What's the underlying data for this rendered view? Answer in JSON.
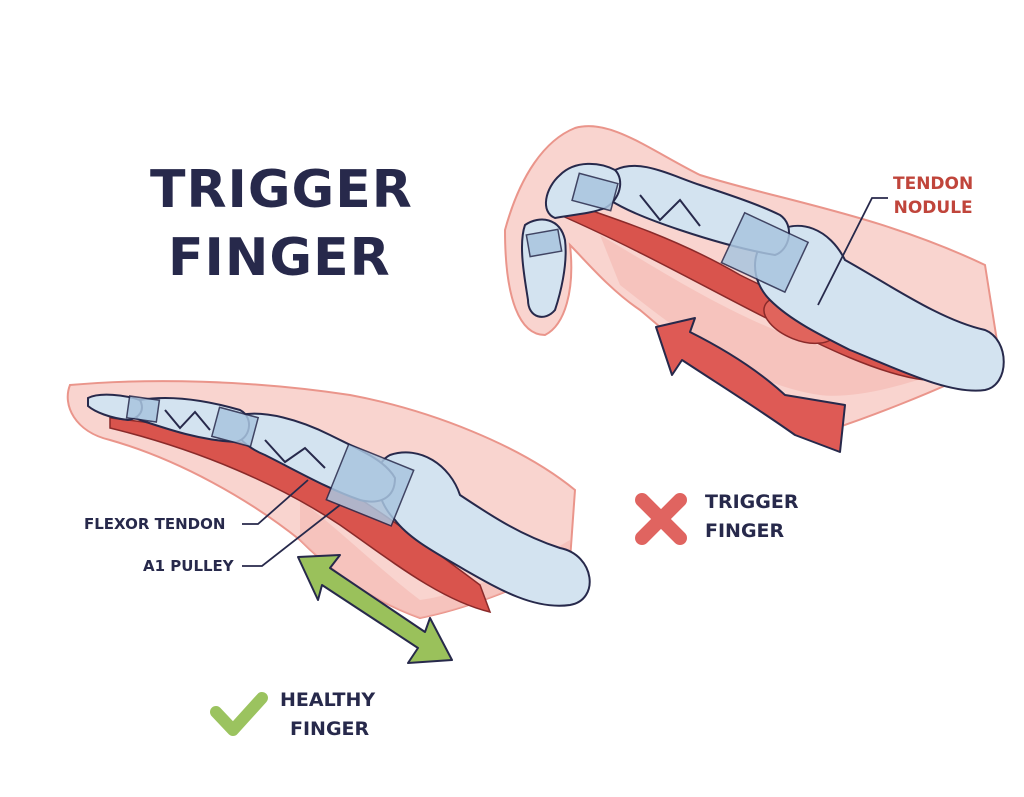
{
  "title": {
    "line1": "TRIGGER",
    "line2": "FINGER"
  },
  "labels": {
    "tendon_nodule": {
      "line1": "TENDON",
      "line2": "NODULE"
    },
    "flexor_tendon": "FLEXOR TENDON",
    "a1_pulley": "A1 PULLEY",
    "trigger_finger": {
      "line1": "TRIGGER",
      "line2": "FINGER"
    },
    "healthy_finger": {
      "line1": "HEALTHY",
      "line2": "FINGER"
    }
  },
  "colors": {
    "title": "#27294b",
    "nodule_label": "#c0453b",
    "skin": "#f6c9c3",
    "skin_outline": "#e98f86",
    "bone": "#cfe0ee",
    "tendon": "#d9544d",
    "pulley": "#a6c3dd",
    "healthy_arrow": "#98c15a",
    "cross_mark": "#e06460",
    "check_mark": "#9bc35f"
  },
  "icons": {
    "trigger": "cross-icon",
    "healthy": "check-icon"
  }
}
